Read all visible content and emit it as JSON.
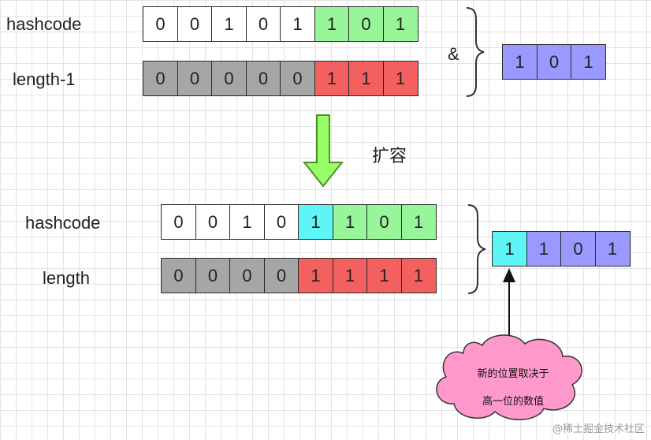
{
  "top": {
    "hashcode_label": "hashcode",
    "hashcode_bits": [
      {
        "v": "0",
        "c": "white"
      },
      {
        "v": "0",
        "c": "white"
      },
      {
        "v": "1",
        "c": "white"
      },
      {
        "v": "0",
        "c": "white"
      },
      {
        "v": "1",
        "c": "white"
      },
      {
        "v": "1",
        "c": "green"
      },
      {
        "v": "0",
        "c": "green"
      },
      {
        "v": "1",
        "c": "green"
      }
    ],
    "length_label": "length-1",
    "length_bits": [
      {
        "v": "0",
        "c": "gray"
      },
      {
        "v": "0",
        "c": "gray"
      },
      {
        "v": "0",
        "c": "gray"
      },
      {
        "v": "0",
        "c": "gray"
      },
      {
        "v": "0",
        "c": "gray"
      },
      {
        "v": "1",
        "c": "red"
      },
      {
        "v": "1",
        "c": "red"
      },
      {
        "v": "1",
        "c": "red"
      }
    ],
    "operator": "&",
    "result_bits": [
      {
        "v": "1",
        "c": "purple"
      },
      {
        "v": "0",
        "c": "purple"
      },
      {
        "v": "1",
        "c": "purple"
      }
    ]
  },
  "transition": {
    "label": "扩容"
  },
  "bottom": {
    "hashcode_label": "hashcode",
    "hashcode_bits": [
      {
        "v": "0",
        "c": "white"
      },
      {
        "v": "0",
        "c": "white"
      },
      {
        "v": "1",
        "c": "white"
      },
      {
        "v": "0",
        "c": "white"
      },
      {
        "v": "1",
        "c": "cyan"
      },
      {
        "v": "1",
        "c": "green"
      },
      {
        "v": "0",
        "c": "green"
      },
      {
        "v": "1",
        "c": "green"
      }
    ],
    "length_label": "length",
    "length_bits": [
      {
        "v": "0",
        "c": "gray"
      },
      {
        "v": "0",
        "c": "gray"
      },
      {
        "v": "0",
        "c": "gray"
      },
      {
        "v": "0",
        "c": "gray"
      },
      {
        "v": "1",
        "c": "red"
      },
      {
        "v": "1",
        "c": "red"
      },
      {
        "v": "1",
        "c": "red"
      },
      {
        "v": "1",
        "c": "red"
      }
    ],
    "result_bits": [
      {
        "v": "1",
        "c": "cyan"
      },
      {
        "v": "1",
        "c": "purple"
      },
      {
        "v": "0",
        "c": "purple"
      },
      {
        "v": "1",
        "c": "purple"
      }
    ]
  },
  "note": {
    "line1": "新的位置取决于",
    "line2": "高一位的数值"
  },
  "watermark": "@稀土掘金技术社区",
  "colors": {
    "white": "#ffffff",
    "green": "#98f59a",
    "gray": "#a6a6a6",
    "red": "#f2615f",
    "cyan": "#5ff5f7",
    "purple": "#9999ff",
    "arrow_fill": "#99ff66",
    "cloud_fill": "#ff99cc"
  }
}
